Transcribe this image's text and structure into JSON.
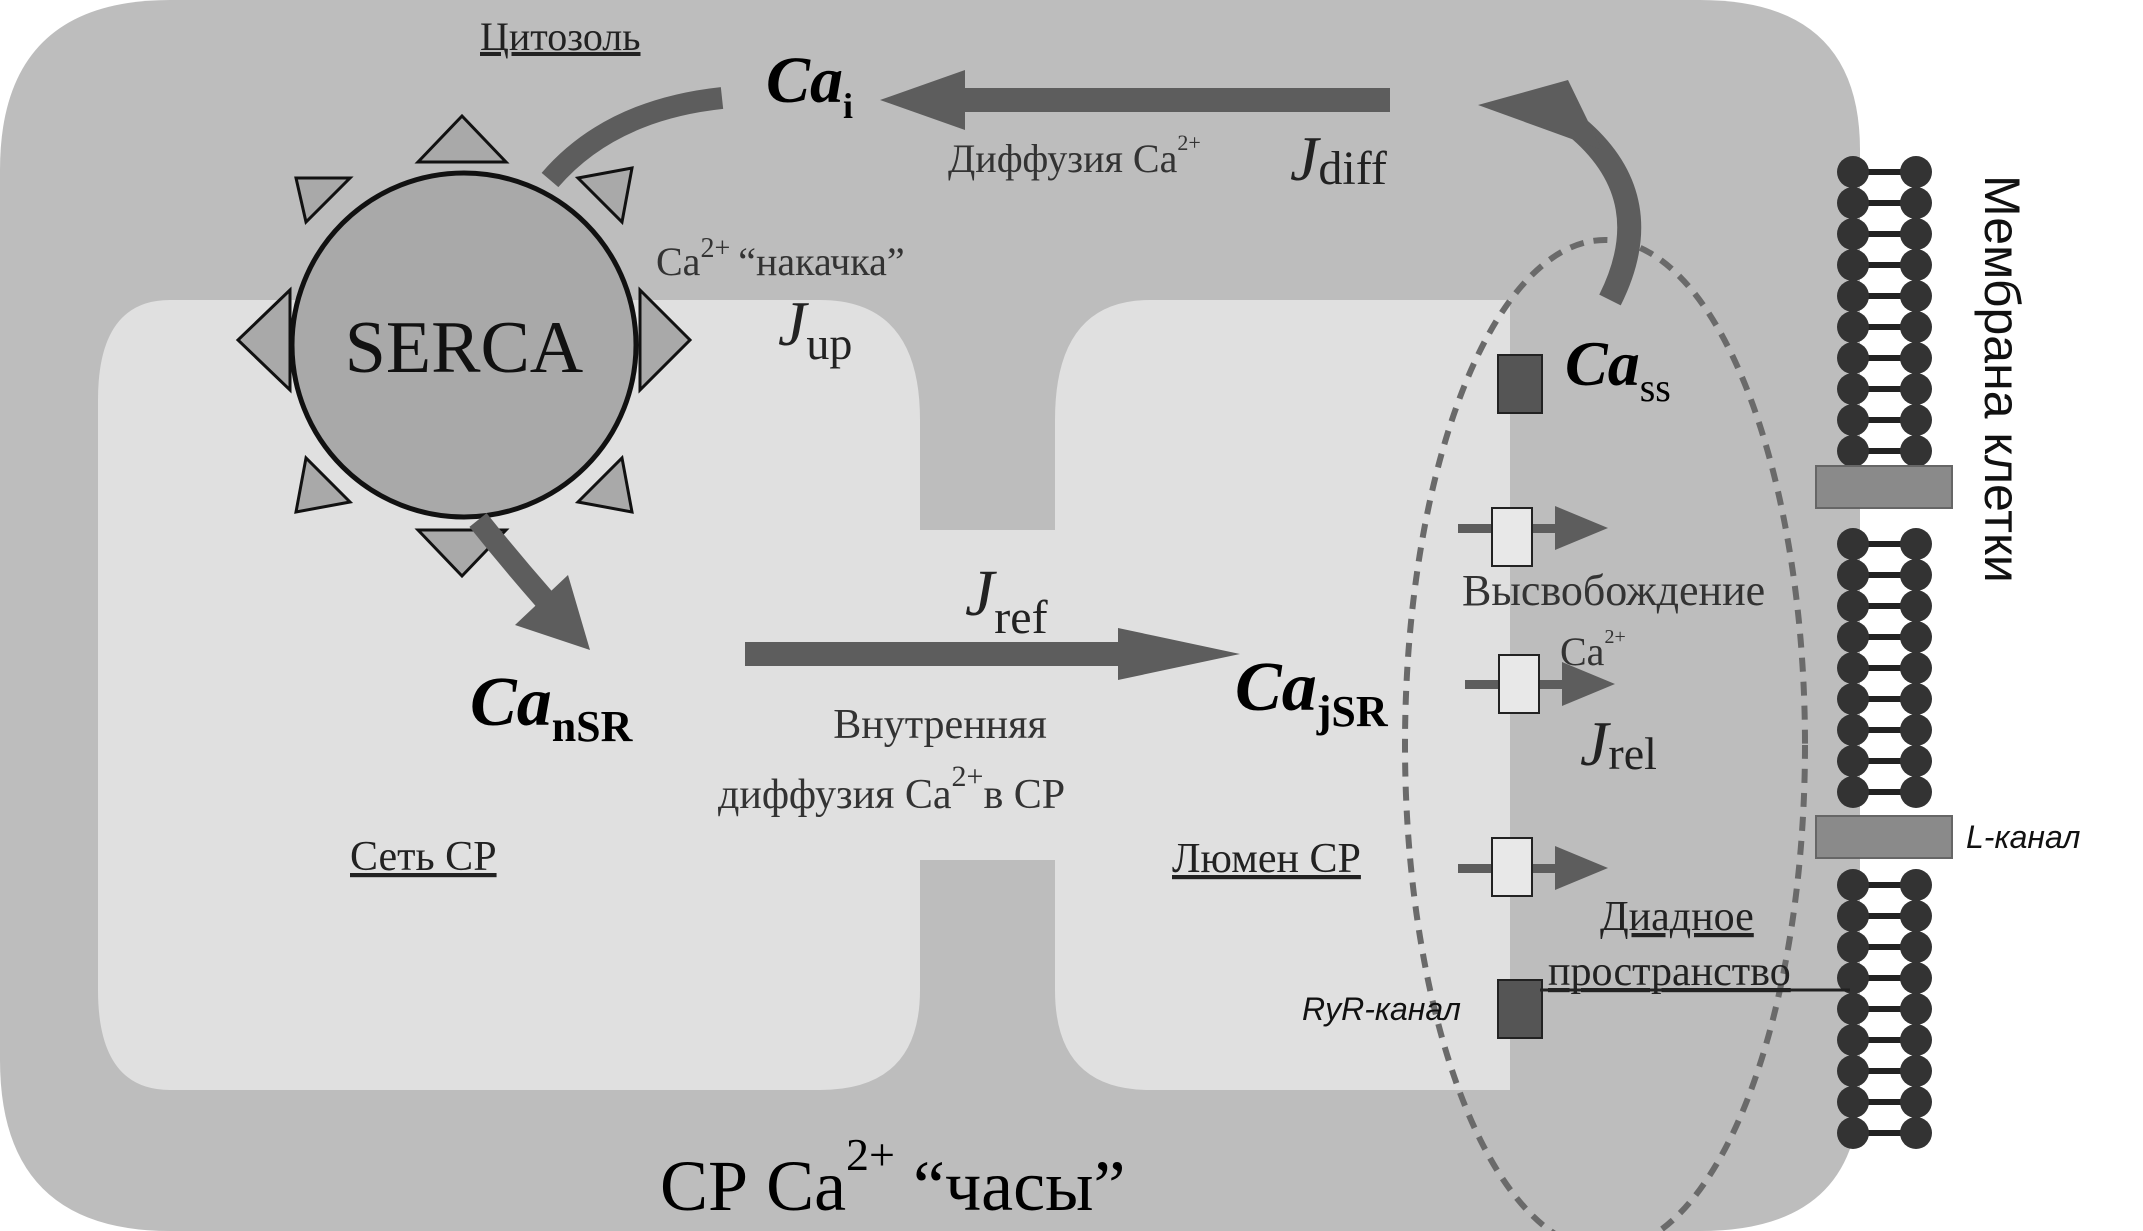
{
  "labels": {
    "cytosol": "Цитозоль",
    "ca_i_main": "Ca",
    "ca_i_sub": "i",
    "diffusion_text": "Диффузия Ca",
    "diffusion_sup": "2+",
    "j_main": "J",
    "j_diff_sub": "diff",
    "serca": "SERCA",
    "pump_ca": "Ca",
    "pump_sup": "2+",
    "pump_text": "“накачка”",
    "j_up_sub": "up",
    "ca_ss_main": "Ca",
    "ca_ss_sub": "ss",
    "j_ref_sub": "ref",
    "ca_nsr_main": "Ca",
    "ca_nsr_sub": "nSR",
    "ca_jsr_main": "Ca",
    "ca_jsr_sub": "jSR",
    "inner_diffusion_line1": "Внутренняя",
    "inner_diffusion_line2a": "диффузия  Ca",
    "inner_diffusion_sup": "2+",
    "inner_diffusion_line2b": "в СР",
    "release_line1": "Высвобождение",
    "release_ca": "Ca",
    "release_sup": "2+",
    "j_rel_sub": "rel",
    "sr_network": "Сеть СР",
    "sr_lumen": "Люмен СР",
    "dyadic_line1": "Диадное",
    "dyadic_line2": "пространство",
    "ryr_channel": "RyR-канал",
    "l_channel": "L-канал",
    "membrane": "Мембрана клетки",
    "clock_main": "СР Ca",
    "clock_sup": "2+",
    "clock_tail": "“часы”"
  },
  "colors": {
    "cell": "#bdbdbd",
    "sr": "#e0e0e0",
    "arrow": "#5d5d5d",
    "serca_fill": "#a9a9a9",
    "dark": "#333333",
    "channel": "#555555",
    "l_channel": "#8a8a8a"
  }
}
